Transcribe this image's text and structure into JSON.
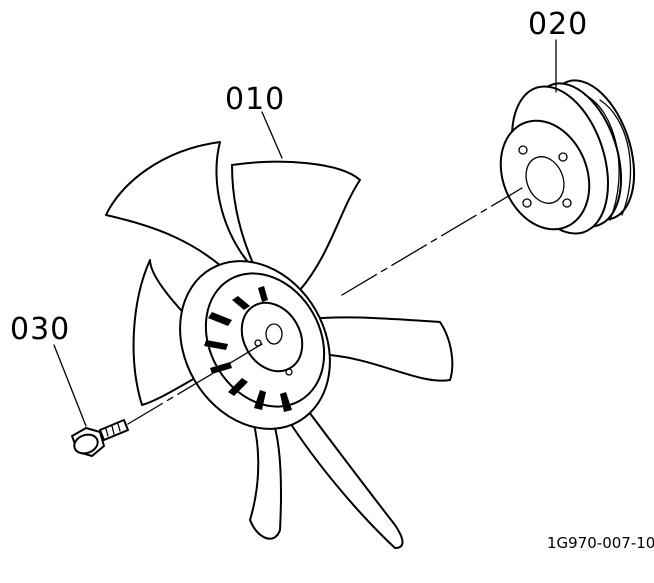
{
  "diagram": {
    "parts": [
      {
        "callout": "010",
        "name": "fan"
      },
      {
        "callout": "020",
        "name": "pulley"
      },
      {
        "callout": "030",
        "name": "bolt"
      }
    ],
    "drawing_number": "1G970-007-10"
  }
}
